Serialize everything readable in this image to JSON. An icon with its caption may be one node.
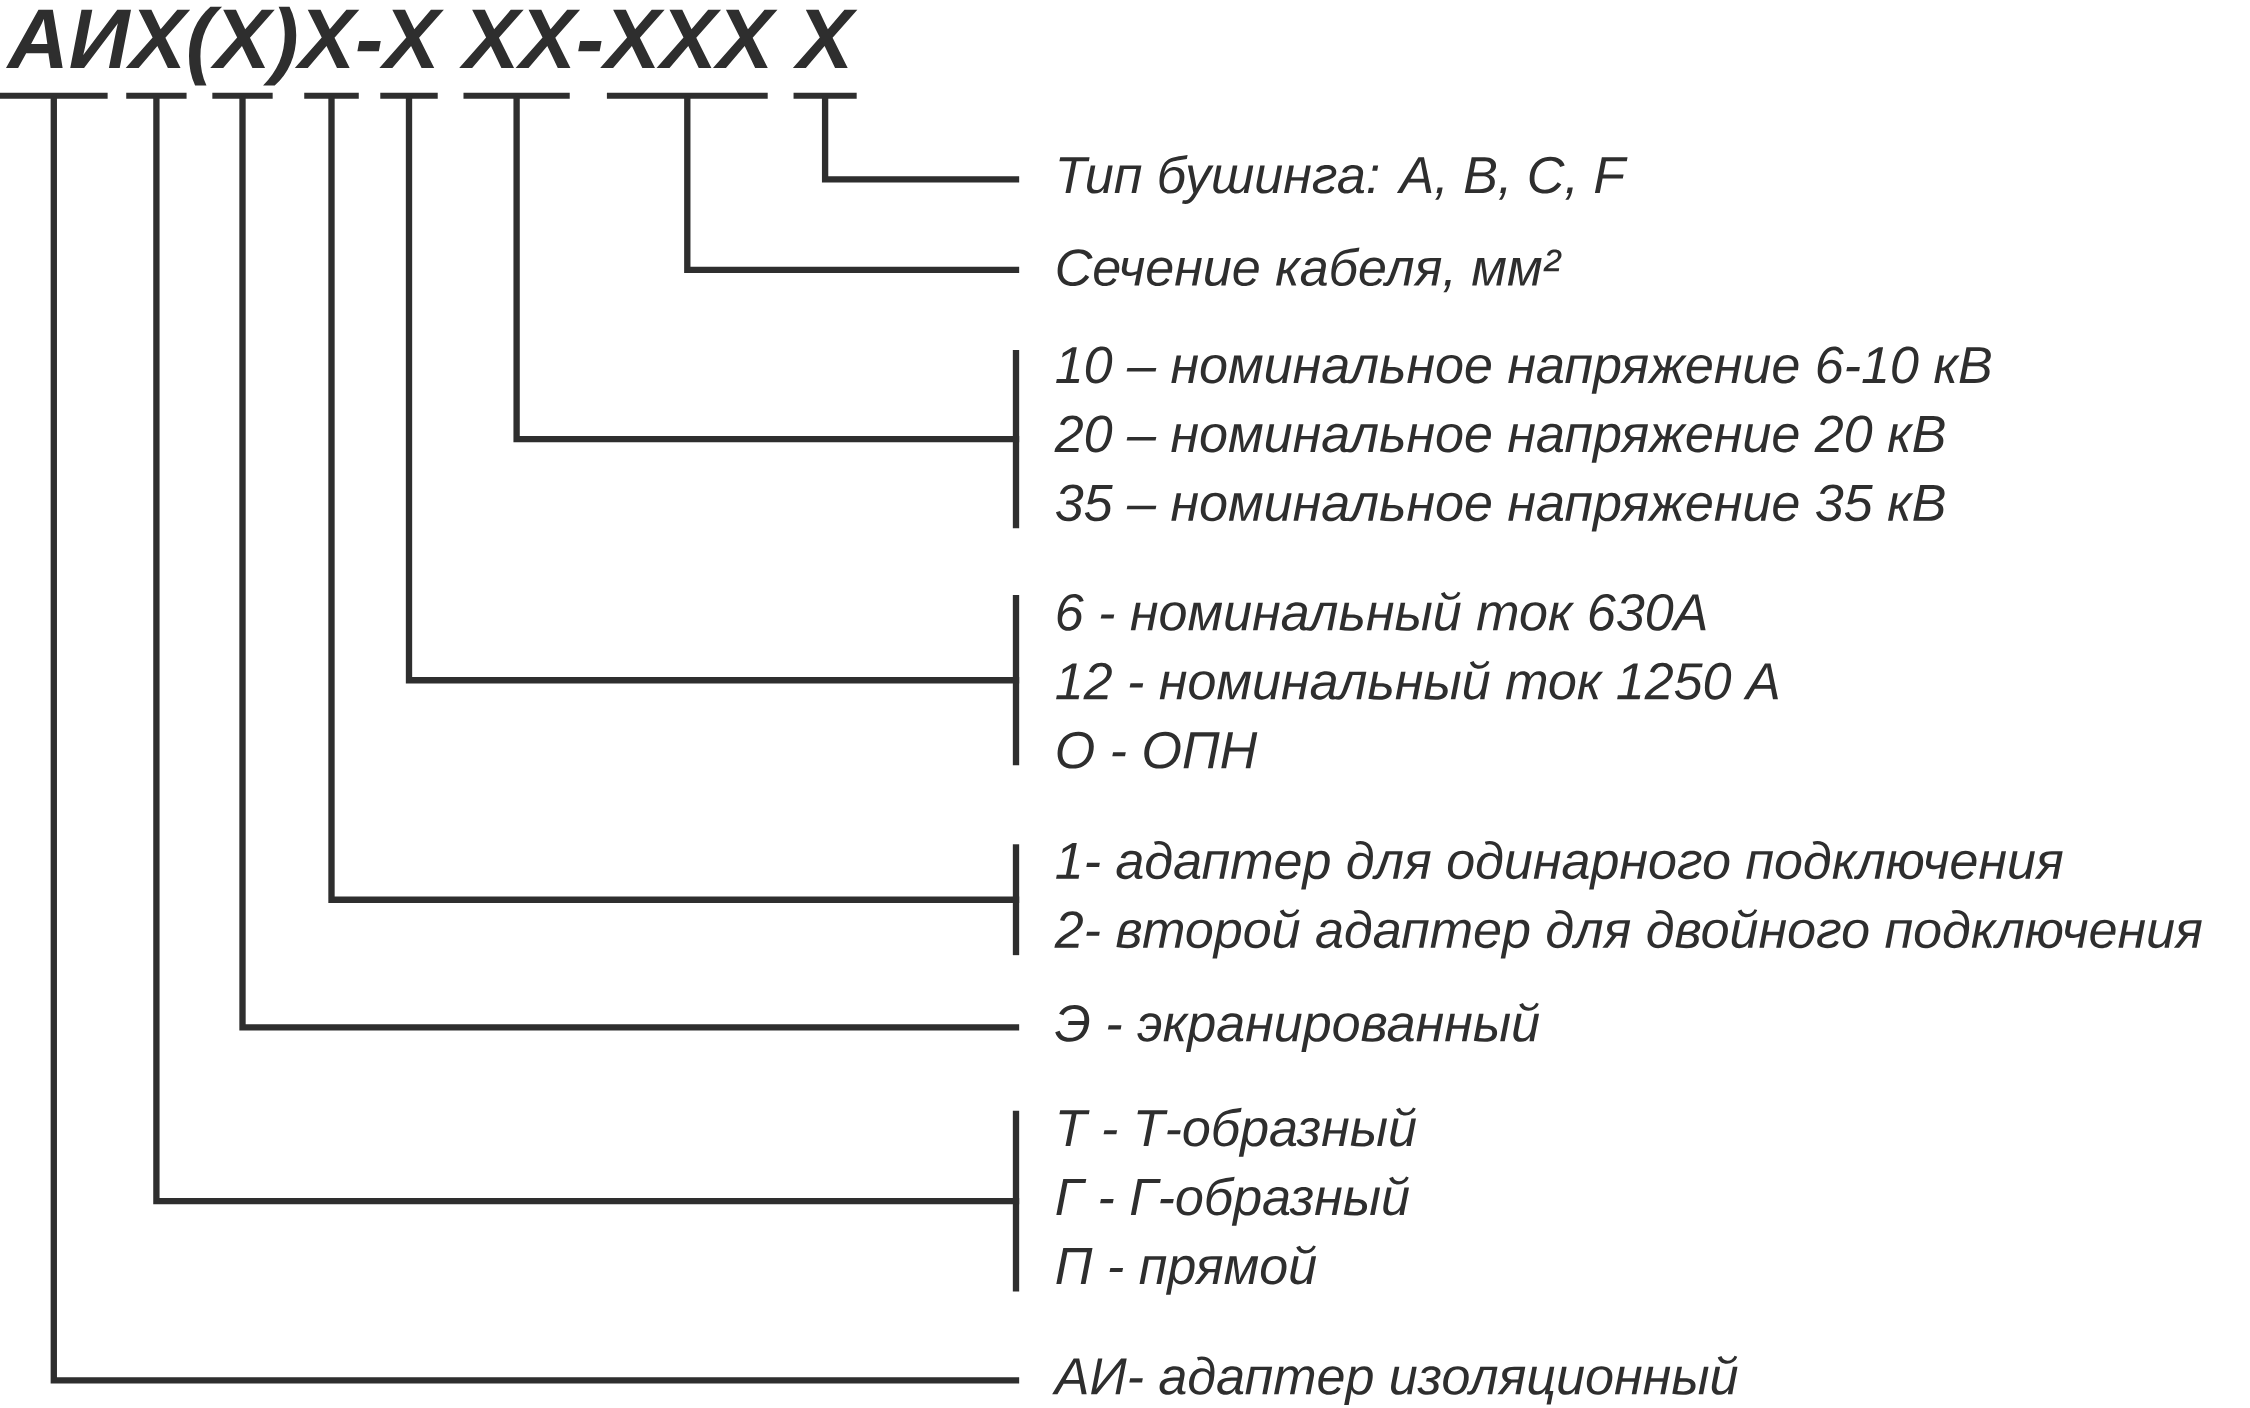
{
  "diagram": {
    "title": "АИХ(Х)Х-Х ХХ-ХХХ Х",
    "nodes": [
      {
        "text": [],
        "shape": "bar"
      },
      {
        "text": [],
        "shape": "bar"
      },
      {
        "text": [],
        "shape": "bar"
      },
      {
        "text": [],
        "shape": "bar"
      },
      {
        "text": [],
        "shape": "bar"
      },
      {
        "text": [],
        "shape": "bar"
      },
      {
        "text": [],
        "shape": "bar"
      },
      {
        "text": [],
        "shape": "bar"
      },
      {
        "text": [
          "Тип бушинга: A, B, C, F"
        ]
      },
      {
        "text": [
          "Сечение кабеля, мм²"
        ]
      },
      {
        "text": [
          "10 – номинальное напряжение 6-10 кВ",
          "20 – номинальное напряжение 20 кВ",
          "35 – номинальное напряжение 35 кВ"
        ]
      },
      {
        "text": [
          "6 - номинальный ток 630А",
          "12 - номинальный ток 1250 А",
          "О - ОПН"
        ]
      },
      {
        "text": [
          "1- адаптер для одинарного подключения",
          "2- второй адаптер для двойного подключения"
        ]
      },
      {
        "text": [
          "Э - экранированный"
        ]
      },
      {
        "text": [
          "Т - Т-образный",
          "Г - Г-образный",
          "П - прямой"
        ]
      },
      {
        "text": [
          "АИ- адаптер изоляционный"
        ]
      }
    ],
    "edges": [
      {
        "from": 0,
        "to": 15,
        "arrow": "none"
      },
      {
        "from": 1,
        "to": 14,
        "arrow": "none"
      },
      {
        "from": 2,
        "to": 13,
        "arrow": "none"
      },
      {
        "from": 3,
        "to": 12,
        "arrow": "none"
      },
      {
        "from": 4,
        "to": 11,
        "arrow": "none"
      },
      {
        "from": 5,
        "to": 10,
        "arrow": "none"
      },
      {
        "from": 6,
        "to": 9,
        "arrow": "none"
      },
      {
        "from": 7,
        "to": 8,
        "arrow": "none"
      }
    ]
  }
}
